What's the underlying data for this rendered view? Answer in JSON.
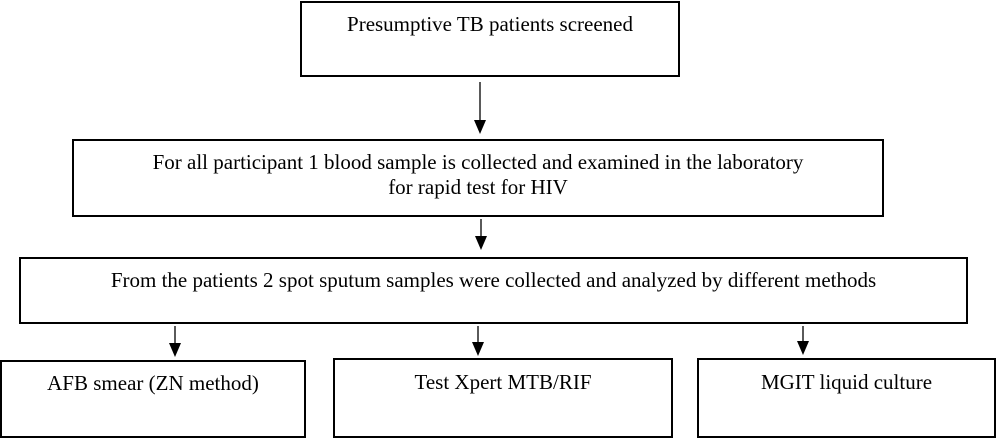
{
  "flowchart": {
    "step1": "Presumptive TB patients screened",
    "step2": {
      "line1": "For all participant 1 blood sample is collected and examined in the laboratory",
      "line2": "for rapid test for HIV"
    },
    "step3": "From the patients 2 spot sputum samples were collected and analyzed by different methods",
    "methods": [
      "AFB smear (ZN method)",
      "Test Xpert MTB/RIF",
      "MGIT liquid culture"
    ]
  }
}
